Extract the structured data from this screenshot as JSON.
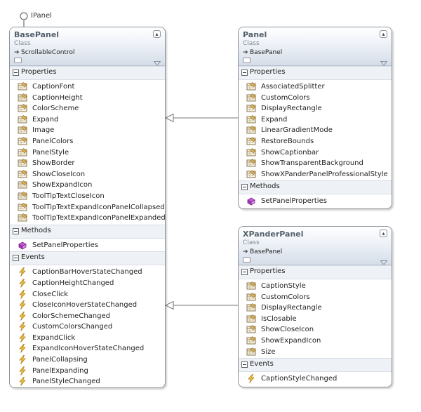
{
  "interface_label": "IPanel",
  "classes": [
    {
      "name": "BasePanel",
      "kind": "Class",
      "base": "ScrollableControl",
      "sections": [
        {
          "title": "Properties",
          "member_type": "property",
          "items": [
            "CaptionFont",
            "CaptionHeight",
            "ColorScheme",
            "Expand",
            "Image",
            "PanelColors",
            "PanelStyle",
            "ShowBorder",
            "ShowCloseIcon",
            "ShowExpandIcon",
            "ToolTipTextCloseIcon",
            "ToolTipTextExpandIconPanelCollapsed",
            "ToolTipTextExpandIconPanelExpanded"
          ]
        },
        {
          "title": "Methods",
          "member_type": "method",
          "items": [
            "SetPanelProperties"
          ]
        },
        {
          "title": "Events",
          "member_type": "event",
          "items": [
            "CaptionBarHoverStateChanged",
            "CaptionHeightChanged",
            "CloseClick",
            "CloseIconHoverStateChanged",
            "ColorSchemeChanged",
            "CustomColorsChanged",
            "ExpandClick",
            "ExpandIconHoverStateChanged",
            "PanelCollapsing",
            "PanelExpanding",
            "PanelStyleChanged"
          ]
        }
      ]
    },
    {
      "name": "Panel",
      "kind": "Class",
      "base": "BasePanel",
      "sections": [
        {
          "title": "Properties",
          "member_type": "property",
          "items": [
            "AssociatedSplitter",
            "CustomColors",
            "DisplayRectangle",
            "Expand",
            "LinearGradientMode",
            "RestoreBounds",
            "ShowCaptionbar",
            "ShowTransparentBackground",
            "ShowXPanderPanelProfessionalStyle"
          ]
        },
        {
          "title": "Methods",
          "member_type": "method",
          "items": [
            "SetPanelProperties"
          ]
        }
      ]
    },
    {
      "name": "XPanderPanel",
      "kind": "Class",
      "base": "BasePanel",
      "sections": [
        {
          "title": "Properties",
          "member_type": "property",
          "items": [
            "CaptionStyle",
            "CustomColors",
            "DisplayRectangle",
            "IsClosable",
            "ShowCloseIcon",
            "ShowExpandIcon",
            "Size"
          ]
        },
        {
          "title": "Events",
          "member_type": "event",
          "items": [
            "CaptionStyleChanged"
          ]
        }
      ]
    }
  ]
}
